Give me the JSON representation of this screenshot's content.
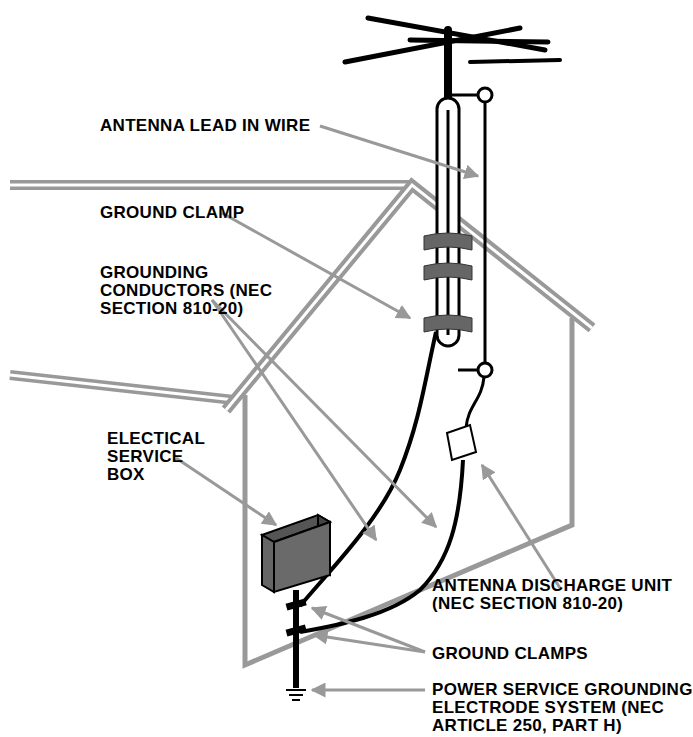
{
  "diagram": {
    "labels": [
      "ANTENNA LEAD IN WIRE",
      "GROUND CLAMP",
      "GROUNDING CONDUCTORS (NEC SECTION 810-20)",
      "ELECTICAL SERVICE BOX",
      "ANTENNA DISCHARGE UNIT (NEC SECTION 810-20)",
      "GROUND CLAMPS",
      "POWER SERVICE GROUNDING ELECTRODE SYSTEM (NEC ARTICLE 250, PART H)"
    ]
  }
}
